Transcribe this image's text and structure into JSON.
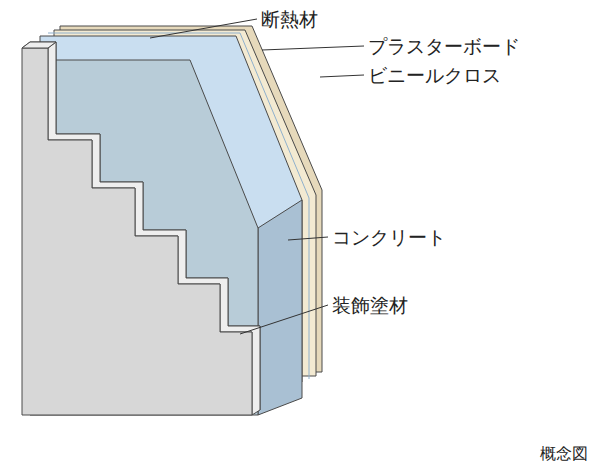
{
  "diagram": {
    "labels": [
      "断熱材",
      "プラスターボード",
      "ビニールクロス",
      "コンクリート",
      "装飾塗材",
      "概念図"
    ]
  }
}
